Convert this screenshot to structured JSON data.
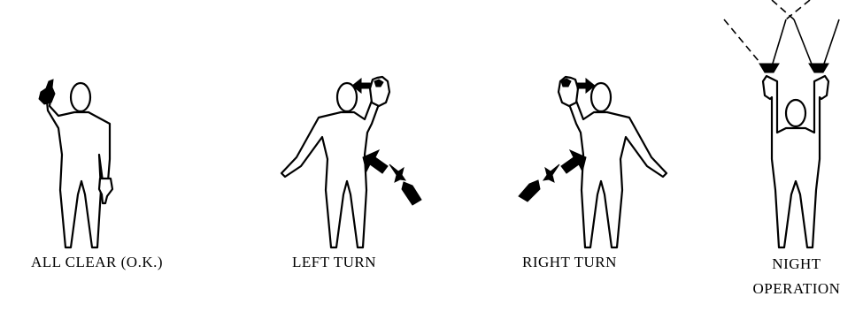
{
  "signals": [
    {
      "id": "all-clear",
      "label": "ALL CLEAR (O.K.)"
    },
    {
      "id": "left-turn",
      "label": "LEFT TURN"
    },
    {
      "id": "right-turn",
      "label": "RIGHT TURN"
    },
    {
      "id": "night-operation",
      "label_line1": "NIGHT",
      "label_line2": "OPERATION"
    }
  ],
  "colors": {
    "ink": "#000000",
    "paper": "#ffffff"
  }
}
